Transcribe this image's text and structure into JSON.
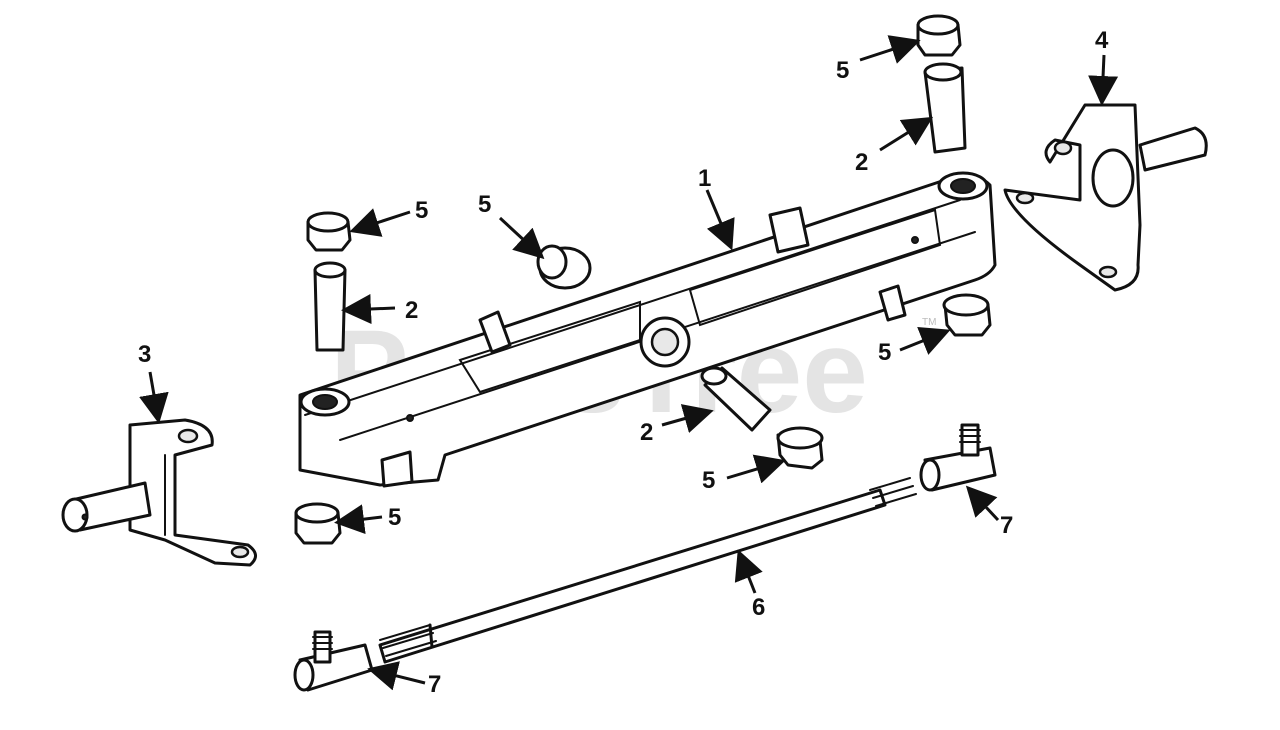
{
  "watermark": {
    "text": "PartsTree",
    "mark": "TM"
  },
  "callouts": [
    "1",
    "2",
    "2",
    "2",
    "3",
    "4",
    "5",
    "5",
    "5",
    "5",
    "5",
    "5",
    "6",
    "7",
    "7"
  ]
}
